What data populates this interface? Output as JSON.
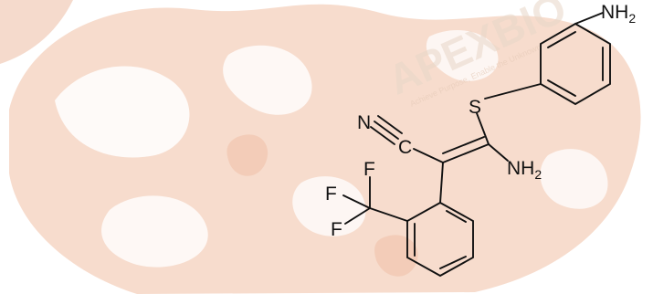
{
  "watermark": {
    "brand": "APEXBIO",
    "tagline": "Achieve Purpose, Enable the Unknown"
  },
  "atoms": {
    "nh2_top": "NH",
    "nh2_top_sub": "2",
    "sulfur": "S",
    "nitrogen": "N",
    "carbon": "C",
    "nh2_mid": "NH",
    "nh2_mid_sub": "2",
    "f1": "F",
    "f2": "F",
    "f3": "F"
  },
  "colors": {
    "background_blob": "#f7d9c9",
    "background_blob_dark": "#f1c8b3",
    "structure": "#111111"
  }
}
